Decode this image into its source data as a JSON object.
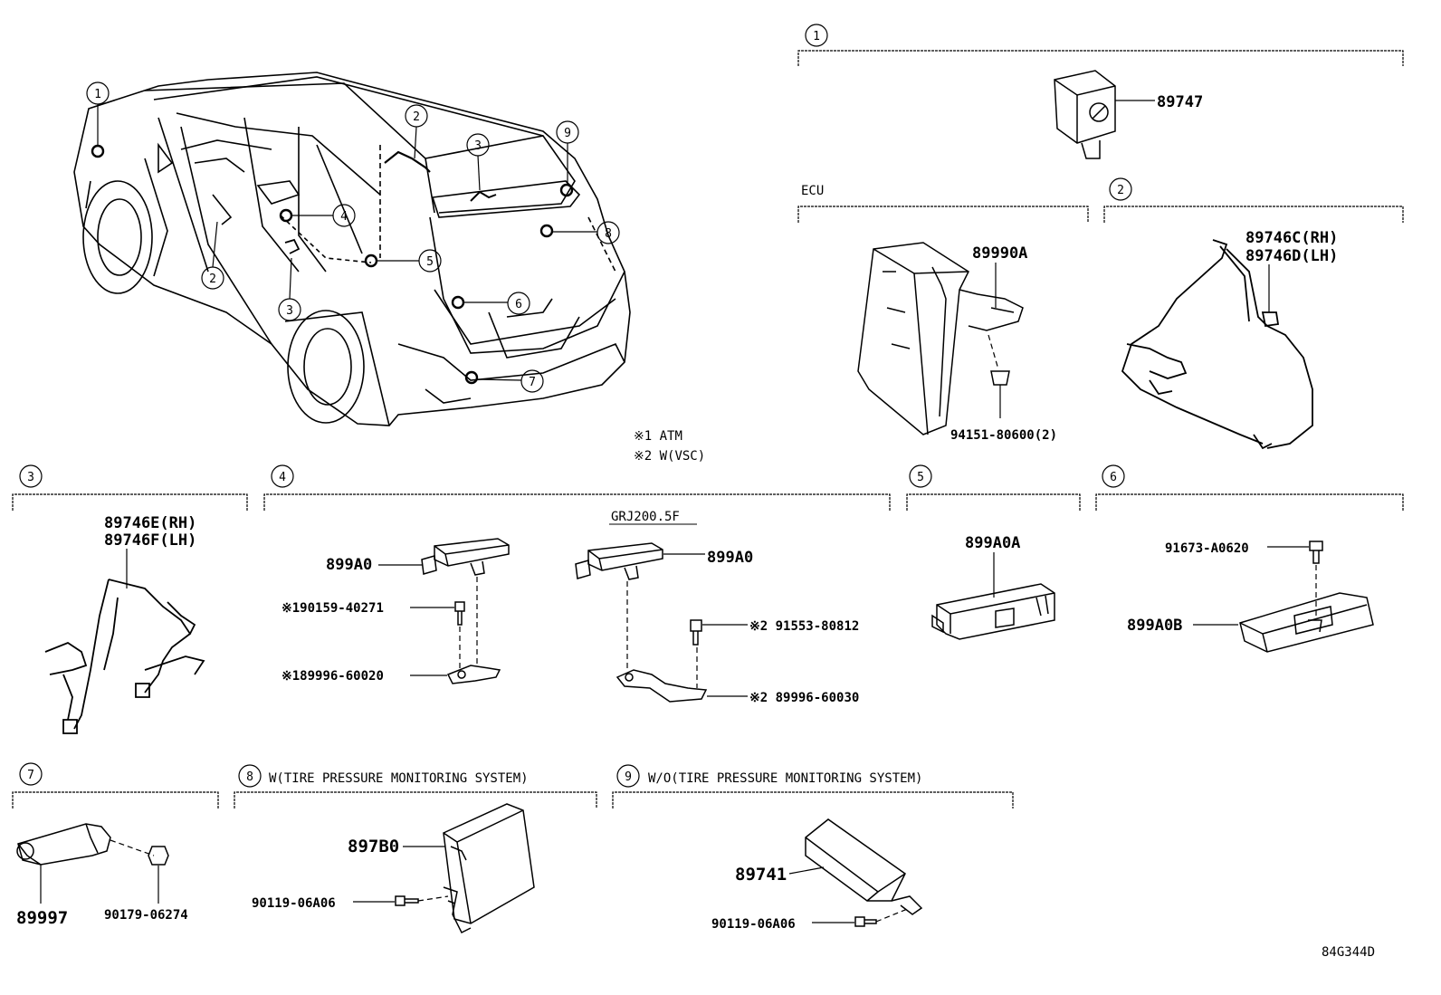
{
  "diagram_code": "84G344D",
  "notes": {
    "n1": "※1 ATM",
    "n2": "※2 W(VSC)"
  },
  "car_callouts": [
    "1",
    "2",
    "3",
    "4",
    "5",
    "6",
    "7",
    "8",
    "9",
    "2",
    "3"
  ],
  "sections": {
    "s1": {
      "num": "1",
      "parts": {
        "p1": "89747"
      }
    },
    "ecu": {
      "title": "ECU",
      "parts": {
        "main": "89990A",
        "clip": "94151-80600(2)"
      }
    },
    "s2": {
      "num": "2",
      "parts": {
        "rh": "89746C(RH)",
        "lh": "89746D(LH)"
      }
    },
    "s3": {
      "num": "3",
      "parts": {
        "rh": "89746E(RH)",
        "lh": "89746F(LH)"
      }
    },
    "s4": {
      "num": "4",
      "variant": "GRJ200.5F",
      "parts": {
        "a1": "899A0",
        "a2": "※190159-40271",
        "a3": "※189996-60020",
        "b1": "899A0",
        "b2": "※2 91553-80812",
        "b3": "※2 89996-60030"
      }
    },
    "s5": {
      "num": "5",
      "parts": {
        "p1": "899A0A"
      }
    },
    "s6": {
      "num": "6",
      "parts": {
        "bolt": "91673-A0620",
        "p1": "899A0B"
      }
    },
    "s7": {
      "num": "7",
      "parts": {
        "p1": "89997",
        "nut": "90179-06274"
      }
    },
    "s8": {
      "num": "8",
      "title": "W(TIRE PRESSURE MONITORING SYSTEM)",
      "parts": {
        "p1": "897B0",
        "bolt": "90119-06A06"
      }
    },
    "s9": {
      "num": "9",
      "title": "W/O(TIRE PRESSURE MONITORING SYSTEM)",
      "parts": {
        "p1": "89741",
        "bolt": "90119-06A06"
      }
    }
  }
}
